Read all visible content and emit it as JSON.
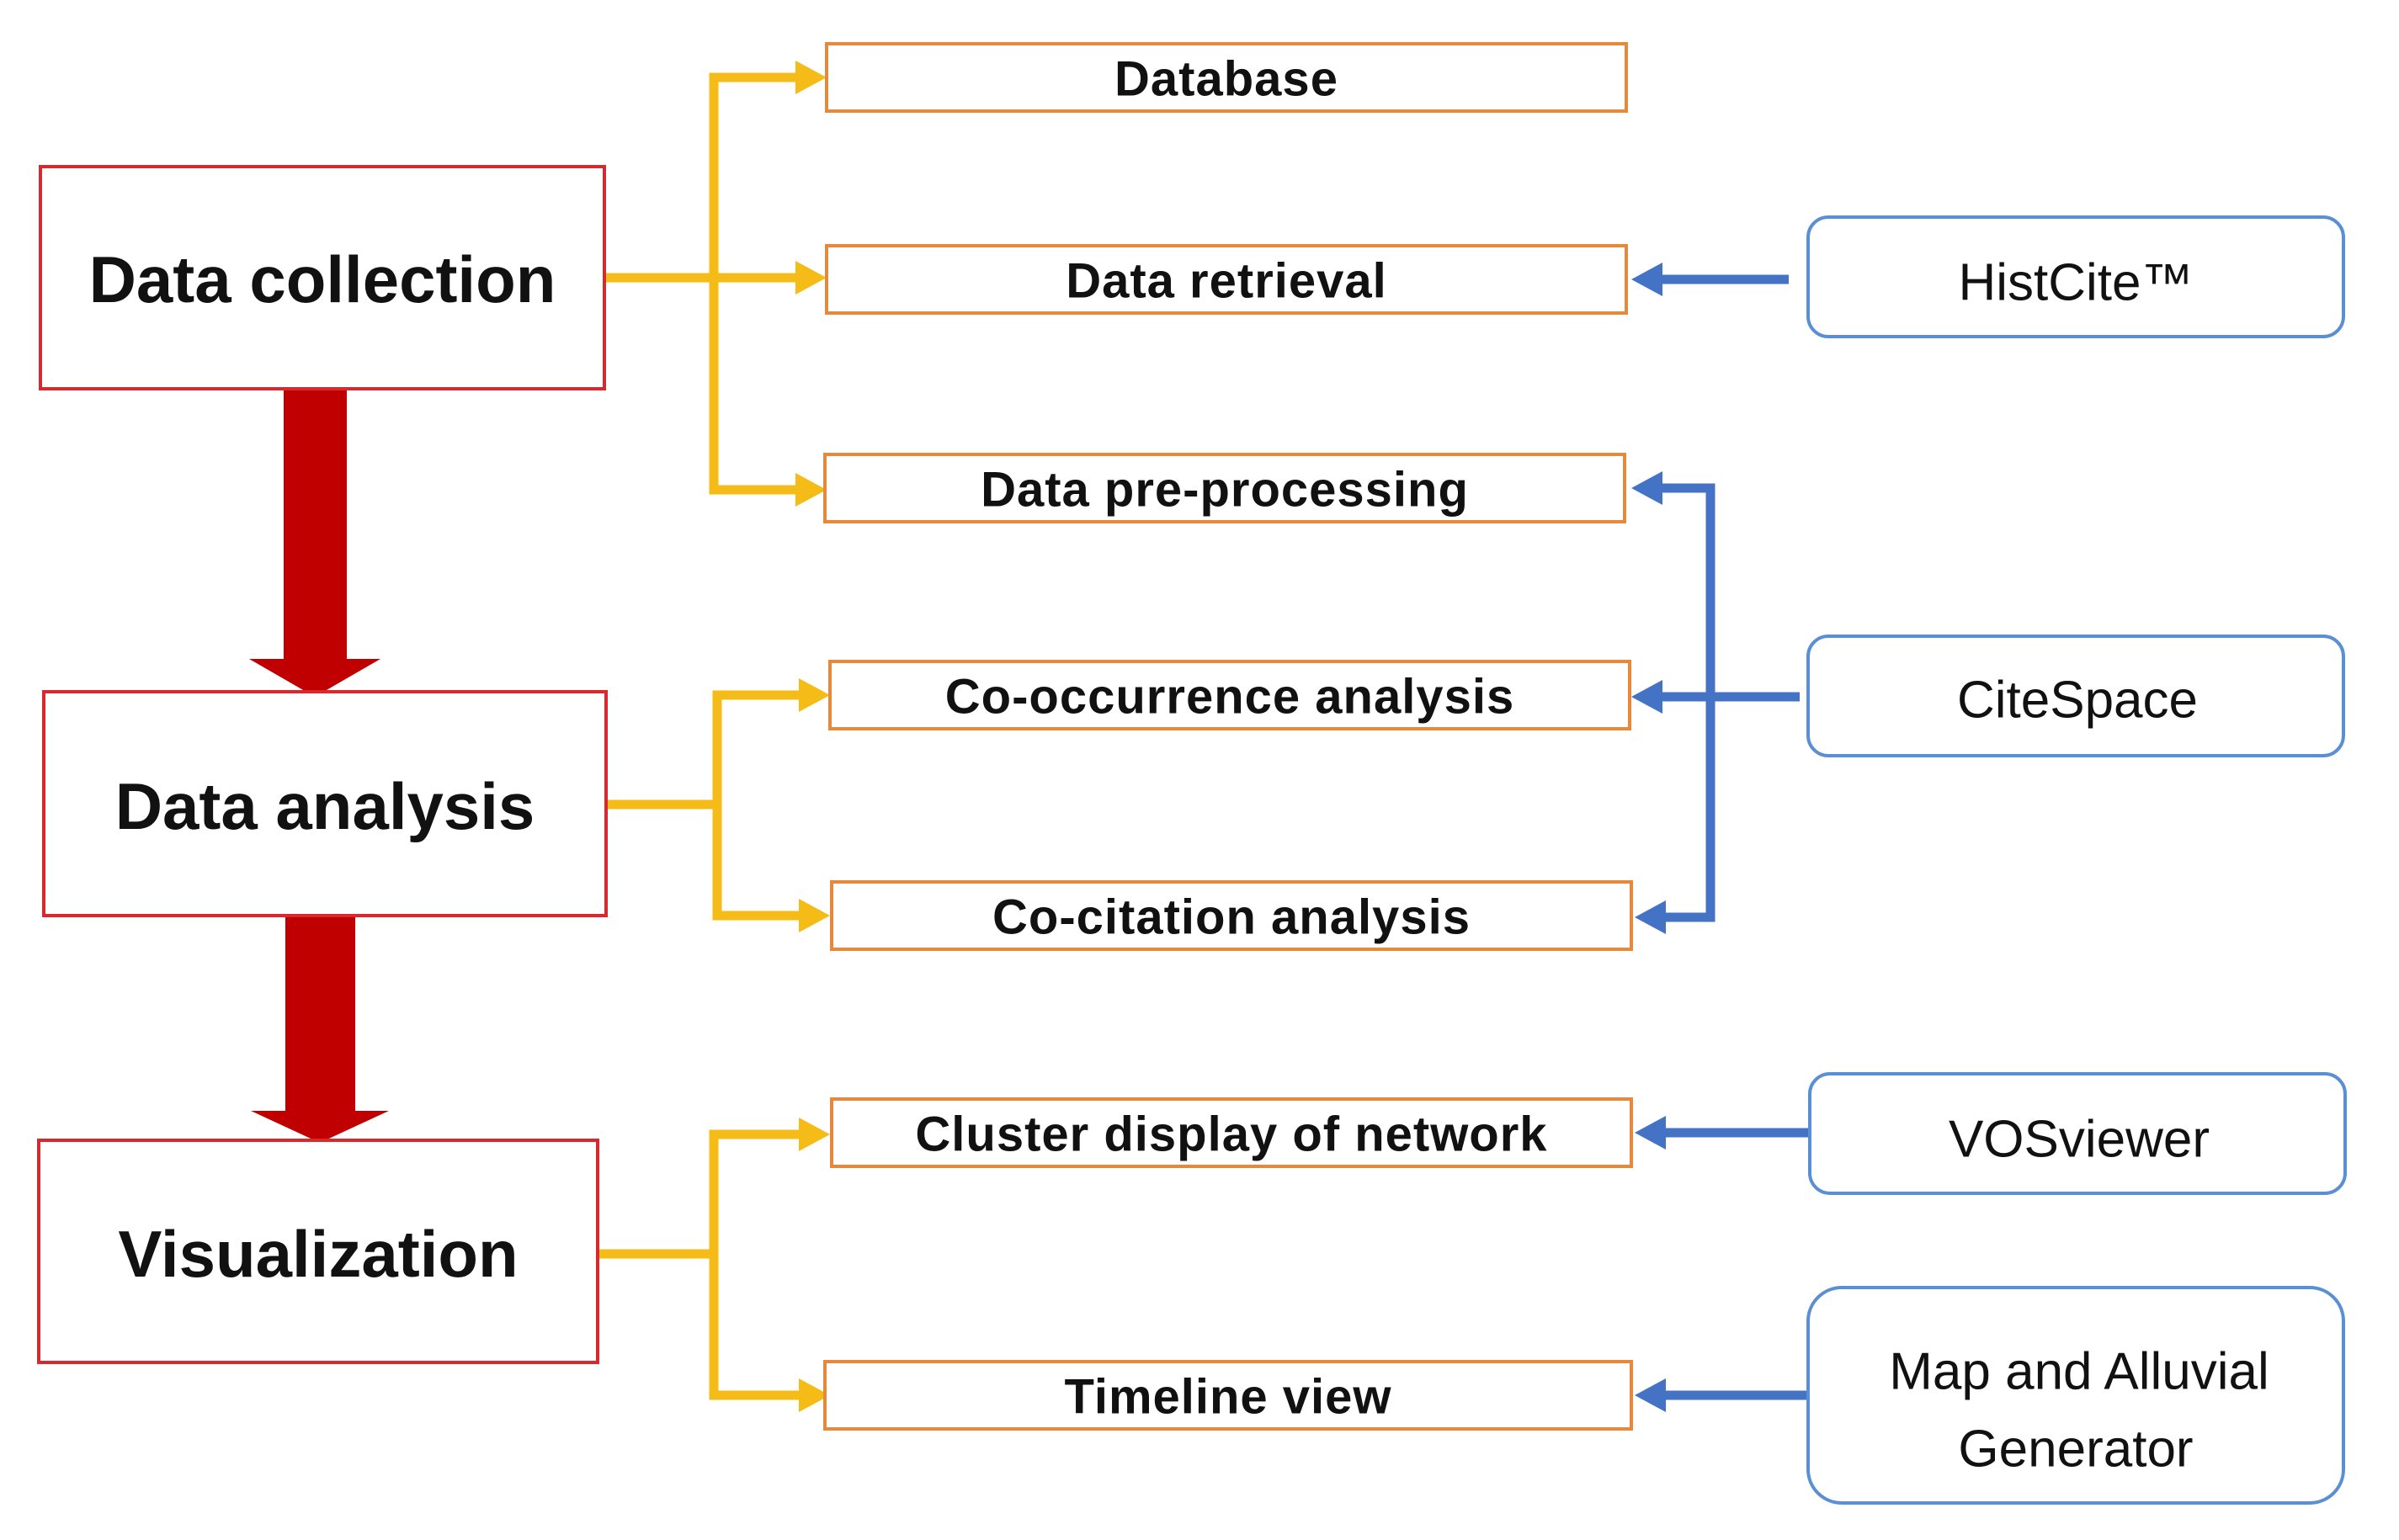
{
  "stages": [
    {
      "id": "collection",
      "label": "Data collection"
    },
    {
      "id": "analysis",
      "label": "Data analysis"
    },
    {
      "id": "visualization",
      "label": "Visualization"
    }
  ],
  "steps": [
    {
      "id": "database",
      "label": "Database"
    },
    {
      "id": "retrieval",
      "label": "Data retrieval"
    },
    {
      "id": "preprocessing",
      "label": "Data pre-processing"
    },
    {
      "id": "cooccurrence",
      "label": "Co-occurrence analysis"
    },
    {
      "id": "cocitation",
      "label": "Co-citation analysis"
    },
    {
      "id": "cluster",
      "label": "Cluster display of network"
    },
    {
      "id": "timeline",
      "label": "Timeline view"
    }
  ],
  "tools": [
    {
      "id": "histcite",
      "lines": [
        "HistCite™"
      ]
    },
    {
      "id": "citespace",
      "lines": [
        "CiteSpace"
      ]
    },
    {
      "id": "vosviewer",
      "lines": [
        "VOSviewer"
      ]
    },
    {
      "id": "alluvial",
      "lines": [
        "Map and Alluvial",
        "Generator"
      ]
    }
  ],
  "colors": {
    "stage_border": "#d62a2e",
    "stage_flow_arrow": "#c00000",
    "step_border": "#e58a3c",
    "step_connector": "#f5bb17",
    "tool_border": "#5b8fd4",
    "tool_connector": "#4472c4"
  }
}
